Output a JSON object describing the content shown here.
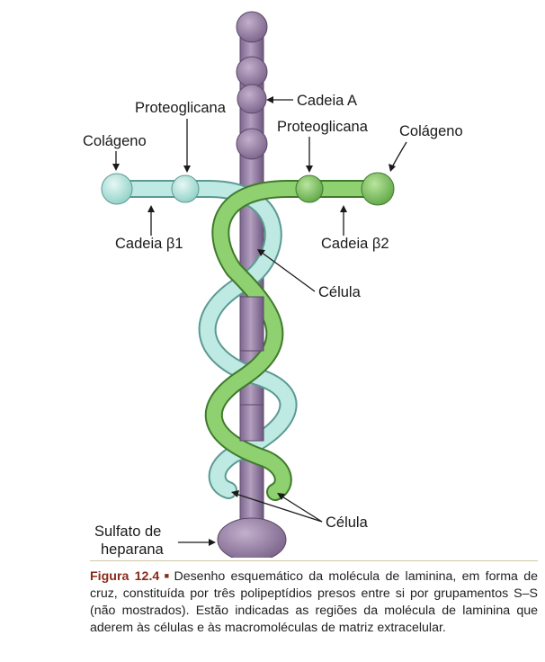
{
  "labels": {
    "cadeia_a": "Cadeia A",
    "proteoglicana_left": "Proteoglicana",
    "proteoglicana_right": "Proteoglicana",
    "colageno_left": "Colágeno",
    "colageno_right": "Colágeno",
    "cadeia_b1": "Cadeia β1",
    "cadeia_b2": "Cadeia β2",
    "celula_middle": "Célula",
    "celula_bottom": "Célula",
    "sulfato_line1": "Sulfato de",
    "sulfato_line2": "heparana"
  },
  "caption": {
    "figure_number": "Figura 12.4",
    "separator": "■",
    "text": "Desenho esquemático da molécula de laminina, em forma de cruz, constituída por três polipeptídios presos entre si por grupamentos S–S (não mostrados). Estão indicadas as regiões da molécula de laminina que aderem às células e às macromoléculas de matriz extracelular."
  },
  "colors": {
    "chain_a": "#a58eb0",
    "chain_b1": "#b9e6e0",
    "chain_b2": "#8fcf72"
  }
}
